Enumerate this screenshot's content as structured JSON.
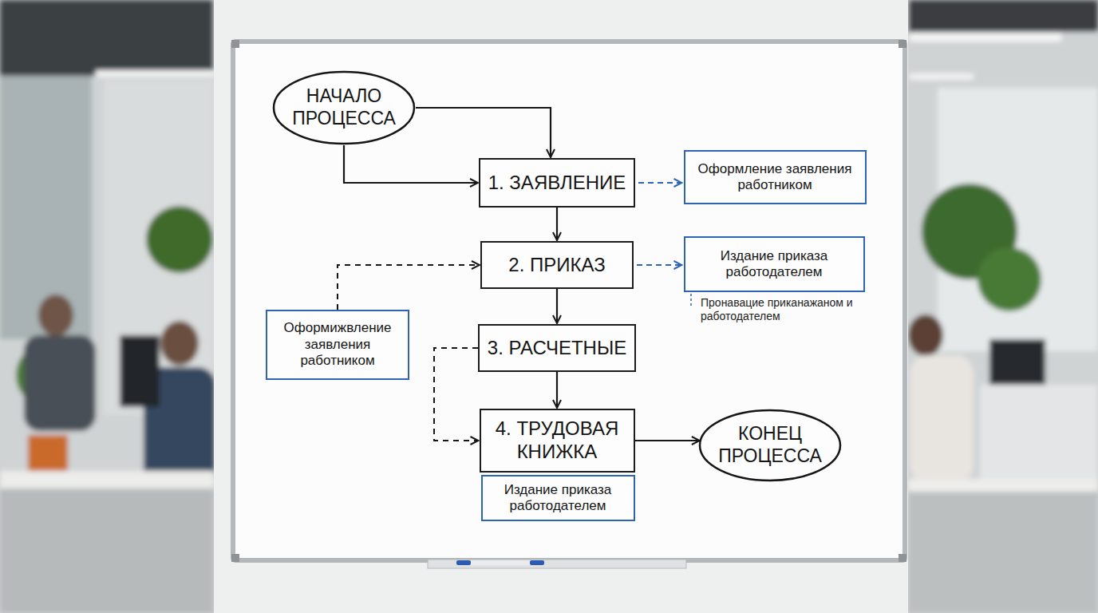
{
  "diagram": {
    "nodes": [
      {
        "text": [
          "НАЧАЛО ПРОЦЕССА"
        ]
      },
      {
        "text": [
          "1. ЗАЯВЛЕНИЕ"
        ]
      },
      {
        "text": [
          "Оформление заявления работником"
        ]
      },
      {
        "text": [
          "2. ПРИКАЗ"
        ]
      },
      {
        "text": [
          "Издание приказа работодателем"
        ]
      },
      {
        "text": [
          "Оформижвление заявления работником"
        ]
      },
      {
        "text": [
          "3. РАСЧЕТНЫЕ"
        ]
      },
      {
        "text": [
          "4. ТРУДОВАЯ КНИЖКА"
        ]
      },
      {
        "text": [
          "КОНЕЦ ПРОЦЕССА"
        ]
      },
      {
        "text": [
          "Издание приказа работодателем"
        ]
      }
    ],
    "edges": [
      {
        "from": 0,
        "to": 1,
        "arrow": "to"
      },
      {
        "from": 0,
        "to": 1,
        "arrow": "to"
      },
      {
        "from": 1,
        "to": 2,
        "arrow": "to"
      },
      {
        "from": 1,
        "to": 3,
        "arrow": "to"
      },
      {
        "from": 3,
        "to": 4,
        "arrow": "to"
      },
      {
        "from": 5,
        "to": 3,
        "arrow": "to"
      },
      {
        "from": 3,
        "to": 6,
        "arrow": "to"
      },
      {
        "from": 6,
        "to": 7,
        "arrow": "to"
      },
      {
        "from": 6,
        "to": 7,
        "arrow": "to"
      },
      {
        "from": 7,
        "to": 8,
        "arrow": "to"
      }
    ],
    "labels": [
      "Пронавацие приканажаном и работодателем"
    ]
  }
}
